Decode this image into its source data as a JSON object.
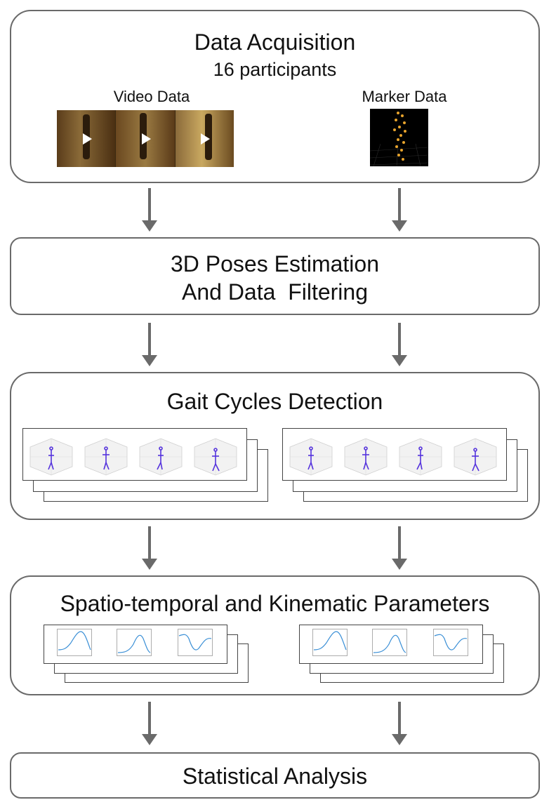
{
  "stage1": {
    "title": "Data Acquisition",
    "subtitle": "16 participants",
    "video_label": "Video Data",
    "marker_label": "Marker Data"
  },
  "stage2": {
    "line1": "3D Poses Estimation",
    "line2": "And Data  Filtering"
  },
  "stage3": {
    "title": "Gait Cycles Detection"
  },
  "stage4": {
    "title": "Spatio-temporal and Kinematic Parameters"
  },
  "stage5": {
    "title": "Statistical Analysis"
  },
  "colors": {
    "border": "#6a6a6a",
    "arrow": "#6a6a6a",
    "skeleton": "#5533dd",
    "marker": "#e8a42c",
    "plot_line": "#3a8fd6"
  },
  "icons": [
    "play-icon",
    "arrow-down-icon"
  ]
}
